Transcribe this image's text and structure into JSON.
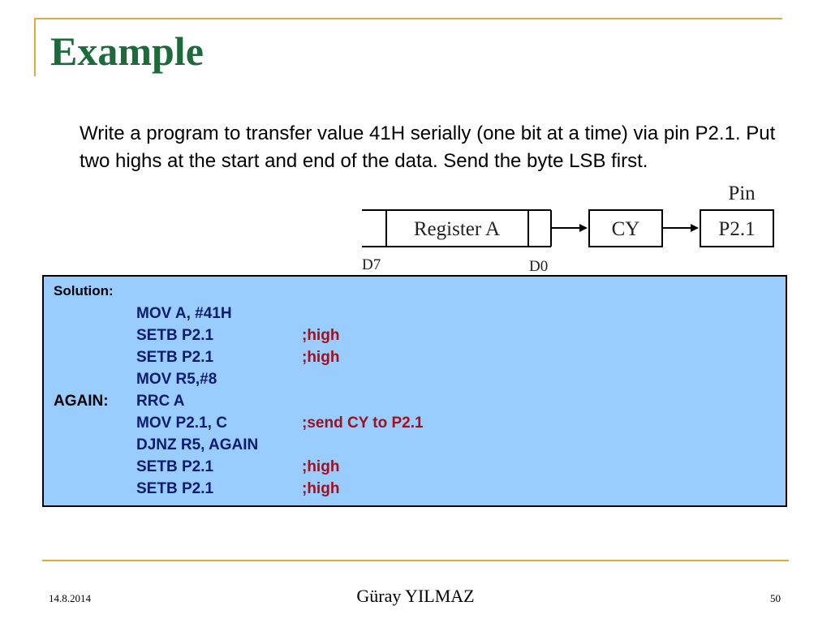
{
  "slide": {
    "title": "Example",
    "problem_text": "Write a program to transfer value 41H serially (one bit at a time) via pin P2.1. Put two highs at the start and end of the data. Send the byte LSB first."
  },
  "diagram": {
    "pin_label": "Pin",
    "register_label": "Register A",
    "cy_label": "CY",
    "port_label": "P2.1",
    "d7_label": "D7",
    "d0_label": "D0"
  },
  "code": {
    "solution_label": "Solution:",
    "lines": [
      {
        "label": "",
        "instruction": "MOV A, #41H",
        "comment": ""
      },
      {
        "label": "",
        "instruction": "SETB P2.1",
        "comment": ";high"
      },
      {
        "label": "",
        "instruction": "SETB P2.1",
        "comment": ";high"
      },
      {
        "label": "",
        "instruction": "MOV R5,#8",
        "comment": ""
      },
      {
        "label": "AGAIN:",
        "instruction": "RRC A",
        "comment": ""
      },
      {
        "label": "",
        "instruction": "MOV P2.1, C",
        "comment": ";send CY to P2.1"
      },
      {
        "label": "",
        "instruction": "DJNZ R5, AGAIN",
        "comment": ""
      },
      {
        "label": "",
        "instruction": "SETB P2.1",
        "comment": ";high"
      },
      {
        "label": "",
        "instruction": "SETB P2.1",
        "comment": ";high"
      }
    ]
  },
  "footer": {
    "date": "14.8.2014",
    "author": "Güray YILMAZ",
    "page": "50"
  },
  "colors": {
    "title": "#1d6b3a",
    "accent_line": "#e0a93a",
    "code_bg": "#99ccff",
    "instruction": "#0b1c6e",
    "comment": "#a0111b"
  }
}
